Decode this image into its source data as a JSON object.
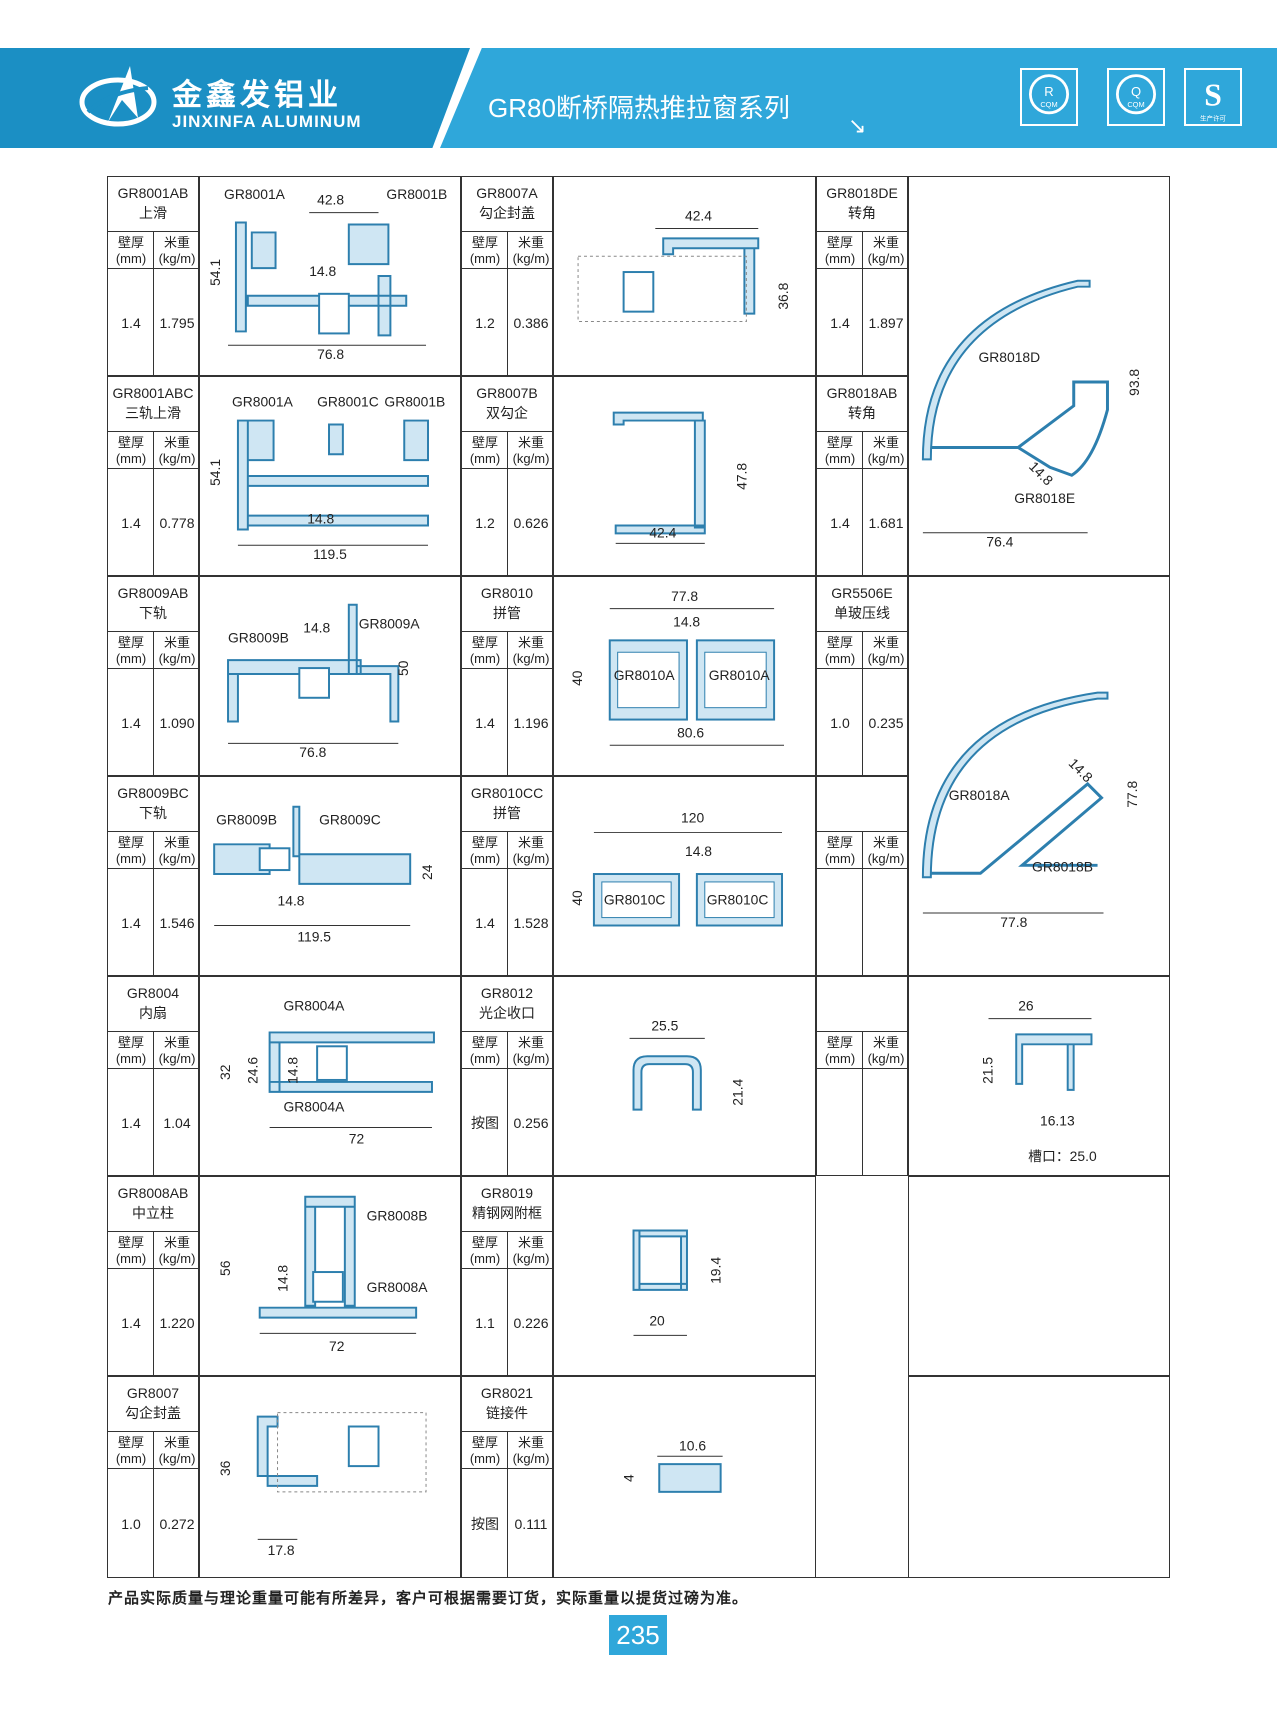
{
  "header": {
    "brand_cn": "金鑫发铝业",
    "brand_en": "JINXINFA ALUMINUM",
    "series_title": "GR80断桥隔热推拉窗系列",
    "arrow": "↘",
    "cert_labels": [
      "CQM",
      "CQM",
      "生产许可"
    ]
  },
  "table": {
    "hdr_thickness": "壁厚",
    "hdr_thickness_unit": "(mm)",
    "hdr_weight": "米重",
    "hdr_weight_unit": "(kg/m)"
  },
  "products": [
    {
      "code": "GR8001AB",
      "name": "上滑",
      "thickness": "1.4",
      "weight": "1.795"
    },
    {
      "code": "GR8001ABC",
      "name": "三轨上滑",
      "thickness": "1.4",
      "weight": "0.778"
    },
    {
      "code": "GR8009AB",
      "name": "下轨",
      "thickness": "1.4",
      "weight": "1.090"
    },
    {
      "code": "GR8009BC",
      "name": "下轨",
      "thickness": "1.4",
      "weight": "1.546"
    },
    {
      "code": "GR8004",
      "name": "内扇",
      "thickness": "1.4",
      "weight": "1.04"
    },
    {
      "code": "GR8008AB",
      "name": "中立柱",
      "thickness": "1.4",
      "weight": "1.220"
    },
    {
      "code": "GR8007",
      "name": "勾企封盖",
      "thickness": "1.0",
      "weight": "0.272"
    },
    {
      "code": "GR8007A",
      "name": "勾企封盖",
      "thickness": "1.2",
      "weight": "0.386"
    },
    {
      "code": "GR8007B",
      "name": "双勾企",
      "thickness": "1.2",
      "weight": "0.626"
    },
    {
      "code": "GR8010",
      "name": "拼管",
      "thickness": "1.4",
      "weight": "1.196"
    },
    {
      "code": "GR8010CC",
      "name": "拼管",
      "thickness": "1.4",
      "weight": "1.528"
    },
    {
      "code": "GR8012",
      "name": "光企收口",
      "thickness": "按图",
      "weight": "0.256"
    },
    {
      "code": "GR8019",
      "name": "精钢网附框",
      "thickness": "1.1",
      "weight": "0.226"
    },
    {
      "code": "GR8021",
      "name": "链接件",
      "thickness": "按图",
      "weight": "0.111"
    },
    {
      "code": "GR8018DE",
      "name": "转角",
      "thickness": "1.4",
      "weight": "1.897"
    },
    {
      "code": "GR8018AB",
      "name": "转角",
      "thickness": "1.4",
      "weight": "1.681"
    },
    {
      "code": "GR5506E",
      "name": "单玻压线",
      "thickness": "1.0",
      "weight": "0.235"
    },
    {
      "code": "",
      "name": "",
      "thickness": "",
      "weight": ""
    },
    {
      "code": "",
      "name": "",
      "thickness": "",
      "weight": ""
    }
  ],
  "drawings": {
    "d1": {
      "left": "GR8001A",
      "right": "GR8001B",
      "top": "42.8",
      "mid": "14.8",
      "bottom": "76.8",
      "height": "54.1"
    },
    "d2": {
      "a": "GR8001A",
      "c": "GR8001C",
      "b": "GR8001B",
      "height": "54.1",
      "mid": "14.8",
      "bottom": "119.5"
    },
    "d3": {
      "b": "GR8009B",
      "a": "GR8009A",
      "mid": "14.8",
      "height": "50",
      "bottom": "76.8"
    },
    "d4": {
      "b": "GR8009B",
      "c": "GR8009C",
      "height": "24",
      "mid": "14.8",
      "bottom": "119.5"
    },
    "d5": {
      "top": "GR8004A",
      "bottom_label": "GR8004A",
      "h32": "32",
      "h246": "24.6",
      "h148": "14.8",
      "width": "72"
    },
    "d6": {
      "b": "GR8008B",
      "a": "GR8008A",
      "height": "56",
      "mid": "14.8",
      "width": "72"
    },
    "d7": {
      "height": "36",
      "width": "17.8"
    },
    "d8": {
      "top": "42.4",
      "height": "36.8"
    },
    "d9": {
      "height": "47.8",
      "width": "42.4"
    },
    "d10": {
      "top": "77.8",
      "mid": "14.8",
      "height": "40",
      "left": "GR8010A",
      "right": "GR8010A",
      "bottom": "80.6"
    },
    "d11": {
      "top": "120",
      "mid": "14.8",
      "height": "40",
      "left": "GR8010C",
      "right": "GR8010C"
    },
    "d12": {
      "top": "25.5",
      "height": "21.4"
    },
    "d13": {
      "height": "19.4",
      "width": "20"
    },
    "d14": {
      "width": "10.6",
      "height": "4"
    },
    "d15": {
      "d": "GR8018D",
      "e": "GR8018E",
      "height": "93.8",
      "mid": "14.8",
      "width": "76.4"
    },
    "d16": {
      "a": "GR8018A",
      "b": "GR8018B",
      "height": "77.8",
      "mid": "14.8",
      "width": "77.8"
    },
    "d17": {
      "top": "26",
      "height": "21.5",
      "bottom": "16.13",
      "note": "槽口：25.0"
    }
  },
  "footer": {
    "note": "产品实际质量与理论重量可能有所差异，客户可根据需要订货，实际重量以提货过磅为准。",
    "page": "235"
  },
  "colors": {
    "brand_dark": "#1b8fc4",
    "brand_light": "#2fa7da",
    "profile_fill": "#cfe6f3",
    "profile_stroke": "#2d7fae"
  }
}
